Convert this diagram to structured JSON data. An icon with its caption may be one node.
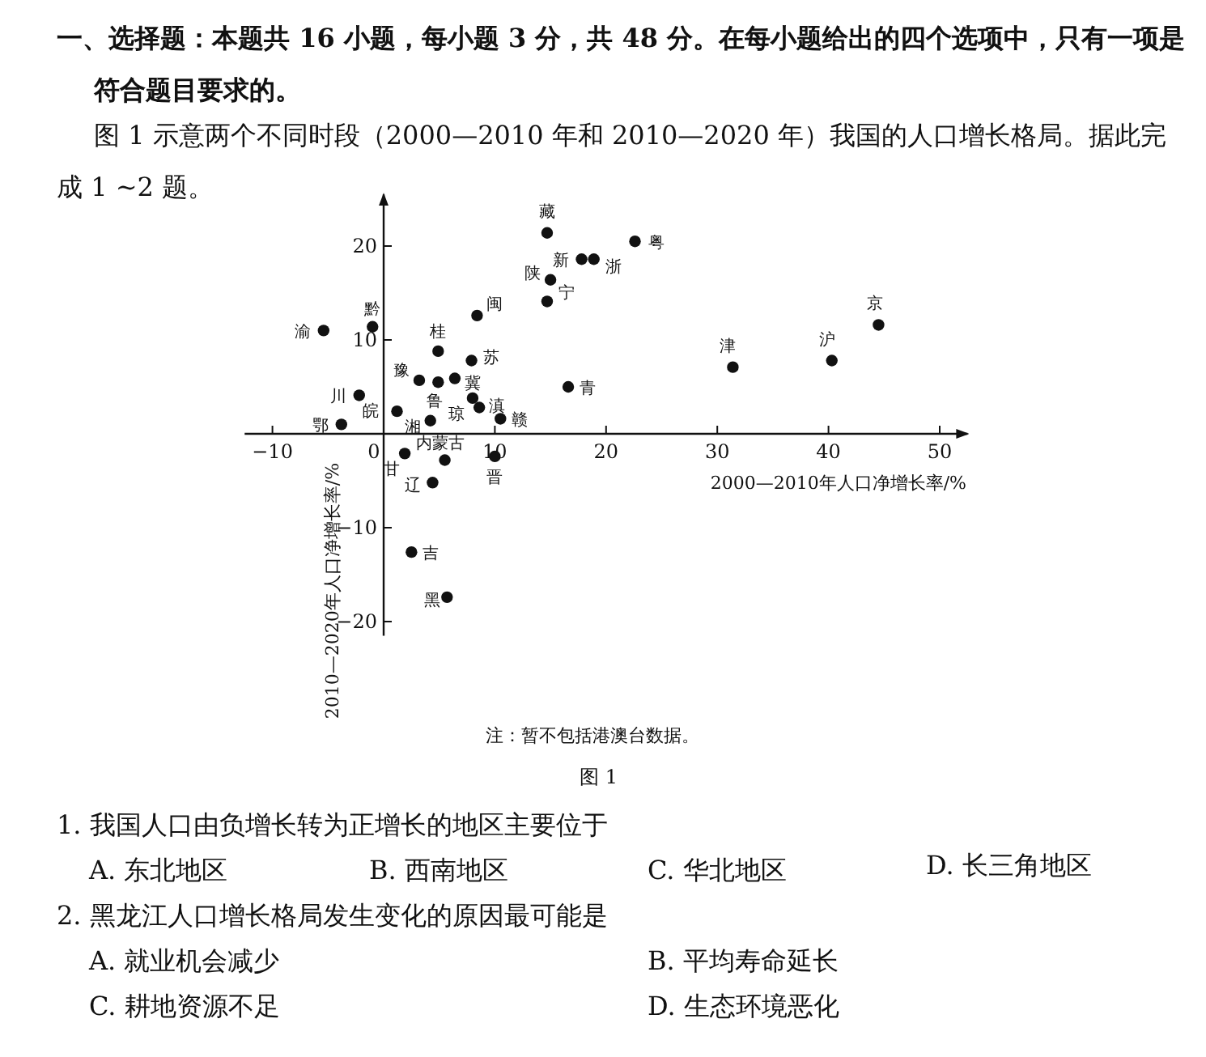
{
  "diagram": {
    "caption": "图 1",
    "labels": [
      "一、选择题：本题共 16 小题，每小题 3 分，共 48 分。在每小题给出的四个选项中，只有一项是符合题目要求的。",
      "图 1 示意两个不同时段（2000—2010 年和 2010—2020 年）我国的人口增长格局。据此完成 1 ~2 题。",
      "注：暂不包括港澳台数据。",
      "1. 我国人口由负增长转为正增长的地区主要位于",
      "A. 东北地区",
      "B. 西南地区",
      "C. 华北地区",
      "D. 长三角地区",
      "2. 黑龙江人口增长格局发生变化的原因最可能是",
      "A. 就业机会减少",
      "B. 平均寿命延长",
      "C. 耕地资源不足",
      "D. 生态环境恶化"
    ],
    "chart_data": {
      "type": "scatter",
      "xlabel": "2000—2010年人口净增长率/%",
      "ylabel": "2010—2020年人口净增长率/%",
      "xlim": [
        -12.5,
        52.5
      ],
      "ylim": [
        -21.5,
        25.5
      ],
      "xticks": [
        -10,
        0,
        10,
        20,
        30,
        40,
        50
      ],
      "yticks": [
        -20,
        -10,
        10,
        20
      ],
      "x": [
        14.7,
        22.6,
        17.8,
        18.9,
        15.0,
        14.7,
        8.4,
        -1.0,
        -5.4,
        4.9,
        7.9,
        3.2,
        4.9,
        6.4,
        8.0,
        8.6,
        10.5,
        1.2,
        4.2,
        -2.2,
        -3.8,
        1.9,
        5.5,
        10.0,
        4.4,
        2.5,
        5.7,
        16.6,
        31.4,
        40.3,
        44.5
      ],
      "series": [
        {
          "values": [
            21.4,
            20.5,
            18.6,
            18.6,
            16.4,
            14.1,
            12.6,
            11.4,
            11.0,
            8.8,
            7.8,
            5.7,
            5.5,
            5.9,
            3.8,
            2.8,
            1.6,
            2.4,
            1.4,
            4.1,
            1.0,
            -2.1,
            -2.8,
            -2.4,
            -5.2,
            -12.6,
            -17.4,
            5.0,
            7.1,
            7.8,
            11.6
          ]
        }
      ],
      "annotations": [
        {
          "x": 14.7,
          "y": 21.4,
          "text": "藏"
        },
        {
          "x": 22.6,
          "y": 20.5,
          "text": "粤"
        },
        {
          "x": 17.8,
          "y": 18.6,
          "text": "新"
        },
        {
          "x": 18.9,
          "y": 18.6,
          "text": "浙"
        },
        {
          "x": 15.0,
          "y": 16.4,
          "text": "陕"
        },
        {
          "x": 14.7,
          "y": 14.1,
          "text": "宁"
        },
        {
          "x": 8.4,
          "y": 12.6,
          "text": "闽"
        },
        {
          "x": -1.0,
          "y": 11.4,
          "text": "黔"
        },
        {
          "x": -5.4,
          "y": 11.0,
          "text": "渝"
        },
        {
          "x": 4.9,
          "y": 8.8,
          "text": "桂"
        },
        {
          "x": 7.9,
          "y": 7.8,
          "text": "苏"
        },
        {
          "x": 3.2,
          "y": 5.7,
          "text": "豫"
        },
        {
          "x": 4.9,
          "y": 5.5,
          "text": "鲁"
        },
        {
          "x": 6.4,
          "y": 5.9,
          "text": "冀"
        },
        {
          "x": 8.0,
          "y": 3.8,
          "text": "琼"
        },
        {
          "x": 8.6,
          "y": 2.8,
          "text": "滇"
        },
        {
          "x": 10.5,
          "y": 1.6,
          "text": "赣"
        },
        {
          "x": 1.2,
          "y": 2.4,
          "text": "皖"
        },
        {
          "x": 4.2,
          "y": 1.4,
          "text": "湘"
        },
        {
          "x": -2.2,
          "y": 4.1,
          "text": "川"
        },
        {
          "x": -3.8,
          "y": 1.0,
          "text": "鄂"
        },
        {
          "x": 1.9,
          "y": -2.1,
          "text": "甘"
        },
        {
          "x": 5.5,
          "y": -2.8,
          "text": "内蒙古"
        },
        {
          "x": 10.0,
          "y": -2.4,
          "text": "晋"
        },
        {
          "x": 4.4,
          "y": -5.2,
          "text": "辽"
        },
        {
          "x": 2.5,
          "y": -12.6,
          "text": "吉"
        },
        {
          "x": 5.7,
          "y": -17.4,
          "text": "黑"
        },
        {
          "x": 16.6,
          "y": 5.0,
          "text": "青"
        },
        {
          "x": 31.4,
          "y": 7.1,
          "text": "津"
        },
        {
          "x": 40.3,
          "y": 7.8,
          "text": "沪"
        },
        {
          "x": 44.5,
          "y": 11.6,
          "text": "京"
        }
      ]
    }
  }
}
